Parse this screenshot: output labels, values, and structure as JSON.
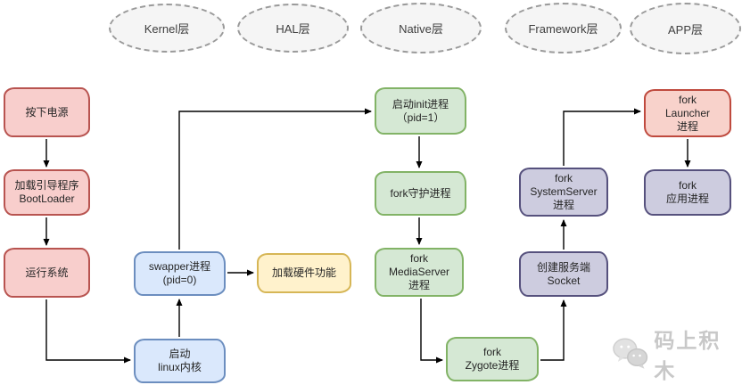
{
  "palette": {
    "red": {
      "fill": "#f8cecc",
      "stroke": "#b85450"
    },
    "launcher_red": {
      "fill": "#f8d2cb",
      "stroke": "#bf4a3e"
    },
    "blue": {
      "fill": "#dae8fc",
      "stroke": "#6c8ebf"
    },
    "yellow": {
      "fill": "#fff2cc",
      "stroke": "#d6b656"
    },
    "green": {
      "fill": "#d5e8d4",
      "stroke": "#82b366"
    },
    "purple": {
      "fill": "#cdccdf",
      "stroke": "#56517d"
    }
  },
  "layers": {
    "kernel": {
      "label": "Kernel层"
    },
    "hal": {
      "label": "HAL层"
    },
    "native": {
      "label": "Native层"
    },
    "framework": {
      "label": "Framework层"
    },
    "app": {
      "label": "APP层"
    }
  },
  "nodes": {
    "power": {
      "text": "按下电源",
      "color": "red"
    },
    "bootloader": {
      "text": "加载引导程序\nBootLoader",
      "color": "red"
    },
    "run_system": {
      "text": "运行系统",
      "color": "red"
    },
    "linux_kernel": {
      "text": "启动\nlinux内核",
      "color": "blue"
    },
    "swapper": {
      "text": "swapper进程\n(pid=0)",
      "color": "blue"
    },
    "load_hardware": {
      "text": "加载硬件功能",
      "color": "yellow"
    },
    "init": {
      "text": "启动init进程\n（pid=1）",
      "color": "green"
    },
    "fork_daemon": {
      "text": "fork守护进程",
      "color": "green"
    },
    "media_server": {
      "text": "fork\nMediaServer\n进程",
      "color": "green"
    },
    "zygote": {
      "text": "fork\nZygote进程",
      "color": "green"
    },
    "system_server": {
      "text": "fork\nSystemServer\n进程",
      "color": "purple"
    },
    "socket": {
      "text": "创建服务端\nSocket",
      "color": "purple"
    },
    "launcher": {
      "text": "fork\nLauncher\n进程",
      "color": "launcher_red"
    },
    "app_process": {
      "text": "fork\n应用进程",
      "color": "purple"
    }
  },
  "watermark": {
    "text": "码上积木",
    "icon": "wechat-icon"
  }
}
